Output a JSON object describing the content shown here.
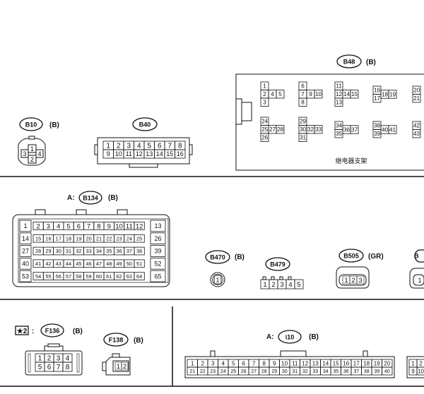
{
  "connectors": {
    "b10": {
      "id": "B10",
      "suffix": "(B)",
      "pins": [
        "1",
        "3",
        "4",
        "2"
      ]
    },
    "b40": {
      "id": "B40",
      "row1": [
        "1",
        "2",
        "3",
        "4",
        "5",
        "6",
        "7",
        "8"
      ],
      "row2": [
        "9",
        "10",
        "11",
        "12",
        "13",
        "14",
        "15",
        "16"
      ]
    },
    "b48": {
      "id": "B48",
      "suffix": "(B)",
      "caption": "继电器支架",
      "g1": [
        "1",
        "2",
        "4",
        "5",
        "3"
      ],
      "g2": [
        "6",
        "7",
        "9",
        "10",
        "8"
      ],
      "g3": [
        "11",
        "12",
        "14",
        "15",
        "13"
      ],
      "g4": [
        "16",
        "17",
        "18",
        "19"
      ],
      "g5": [
        "20",
        "21"
      ],
      "g6": [
        "24",
        "25",
        "27",
        "28",
        "26"
      ],
      "g7": [
        "29",
        "30",
        "32",
        "33",
        "31"
      ],
      "g8": [
        "34",
        "35",
        "36",
        "37"
      ],
      "g9": [
        "38",
        "39",
        "40",
        "41"
      ],
      "g10": [
        "42",
        "43"
      ]
    },
    "b134": {
      "prefix": "A:",
      "id": "B134",
      "suffix": "(B)",
      "rows": [
        {
          "left": "1",
          "right": "13",
          "mid": [
            "2",
            "3",
            "4",
            "5",
            "6",
            "7",
            "8",
            "9",
            "10",
            "11",
            "12"
          ]
        },
        {
          "left": "14",
          "right": "26",
          "mid": [
            "15",
            "16",
            "17",
            "18",
            "19",
            "20",
            "21",
            "22",
            "23",
            "24",
            "25"
          ]
        },
        {
          "left": "27",
          "right": "39",
          "mid": [
            "28",
            "29",
            "30",
            "31",
            "32",
            "33",
            "34",
            "35",
            "36",
            "37",
            "38"
          ]
        },
        {
          "left": "40",
          "right": "52",
          "mid": [
            "41",
            "42",
            "43",
            "44",
            "45",
            "46",
            "47",
            "48",
            "49",
            "50",
            "51"
          ]
        },
        {
          "left": "53",
          "right": "65",
          "mid": [
            "54",
            "55",
            "56",
            "57",
            "58",
            "59",
            "60",
            "61",
            "62",
            "63",
            "64"
          ]
        }
      ]
    },
    "b470": {
      "id": "B470",
      "suffix": "(B)",
      "pins": [
        "1"
      ]
    },
    "b479": {
      "id": "B479",
      "pins": [
        "1",
        "2",
        "3",
        "4",
        "5"
      ]
    },
    "b505": {
      "id": "B505",
      "suffix": "(GR)",
      "pins": [
        "1",
        "2",
        "3"
      ]
    },
    "b_partial": {
      "id": "B",
      "pins": [
        "1"
      ]
    },
    "f136": {
      "note": "★2",
      "sep": ":",
      "id": "F136",
      "suffix": "(B)",
      "row1": [
        "1",
        "2",
        "3",
        "4"
      ],
      "row2": [
        "5",
        "6",
        "7",
        "8"
      ]
    },
    "f138": {
      "id": "F138",
      "suffix": "(B)",
      "pins": [
        "1",
        "2"
      ]
    },
    "i10": {
      "prefix": "A:",
      "id": "i10",
      "suffix": "(B)",
      "row1": [
        "1",
        "2",
        "3",
        "4",
        "5",
        "6",
        "7",
        "8",
        "9",
        "10",
        "11",
        "12",
        "13",
        "14",
        "15",
        "16",
        "17",
        "18",
        "19",
        "20"
      ],
      "row2": [
        "21",
        "22",
        "23",
        "24",
        "25",
        "26",
        "27",
        "28",
        "29",
        "30",
        "31",
        "32",
        "33",
        "34",
        "35",
        "36",
        "37",
        "38",
        "39",
        "40"
      ]
    },
    "partial_right": {
      "row1": [
        "1",
        "2"
      ],
      "row2": [
        "9",
        "10"
      ]
    }
  }
}
